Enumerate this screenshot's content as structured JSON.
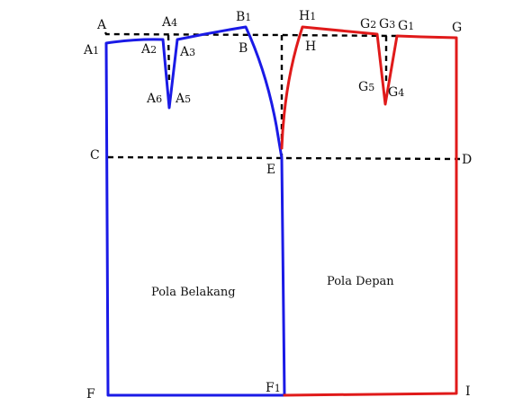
{
  "colors": {
    "back": "#1a1ae6",
    "front": "#e01a1a",
    "guide": "#000000",
    "text": "#111111"
  },
  "pattern_labels": {
    "back": "Pola Belakang",
    "front": "Pola Depan"
  },
  "points": {
    "A": {
      "base": "A",
      "sub": ""
    },
    "A1": {
      "base": "A",
      "sub": "1"
    },
    "A2": {
      "base": "A",
      "sub": "2"
    },
    "A3": {
      "base": "A",
      "sub": "3"
    },
    "A4": {
      "base": "A",
      "sub": "4"
    },
    "A5": {
      "base": "A",
      "sub": "5"
    },
    "A6": {
      "base": "A",
      "sub": "6"
    },
    "B": {
      "base": "B",
      "sub": ""
    },
    "B1": {
      "base": "B",
      "sub": "1"
    },
    "C": {
      "base": "C",
      "sub": ""
    },
    "D": {
      "base": "D",
      "sub": ""
    },
    "E": {
      "base": "E",
      "sub": ""
    },
    "F": {
      "base": "F",
      "sub": ""
    },
    "F1": {
      "base": "F",
      "sub": "1"
    },
    "G": {
      "base": "G",
      "sub": ""
    },
    "G1": {
      "base": "G",
      "sub": "1"
    },
    "G2": {
      "base": "G",
      "sub": "2"
    },
    "G3": {
      "base": "G",
      "sub": "3"
    },
    "G4": {
      "base": "G",
      "sub": "4"
    },
    "G5": {
      "base": "G",
      "sub": "5"
    },
    "H": {
      "base": "H",
      "sub": ""
    },
    "H1": {
      "base": "H",
      "sub": "1"
    },
    "I": {
      "base": "I",
      "sub": ""
    }
  }
}
